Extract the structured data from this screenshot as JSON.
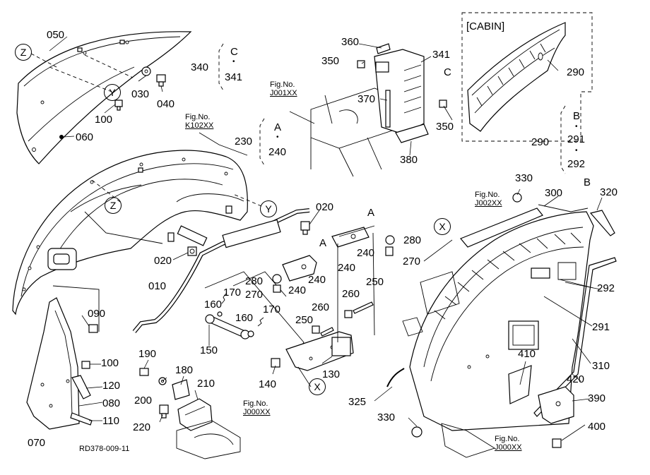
{
  "diagram": {
    "ref_code": "RD378-009-11",
    "cabin_label": "[CABIN]",
    "fig_refs": {
      "k102": {
        "title": "Fig.No.",
        "code": "K102XX"
      },
      "j001": {
        "title": "Fig.No.",
        "code": "J001XX"
      },
      "j002": {
        "title": "Fig.No.",
        "code": "J002XX"
      },
      "j000_left": {
        "title": "Fig.No.",
        "code": "J000XX"
      },
      "j000_right": {
        "title": "Fig.No.",
        "code": "J000XX"
      }
    },
    "groups": {
      "c": {
        "num": "340",
        "letter": "C",
        "dot": "•",
        "item": "341"
      },
      "a": {
        "num": "230",
        "letter": "A",
        "dot": "•",
        "item": "240"
      },
      "b": {
        "num": "290",
        "letter": "B",
        "dot1": "•",
        "item1": "291",
        "dot2": "•",
        "item2": "292"
      }
    },
    "callouts": {
      "z": "Z",
      "y": "Y",
      "x": "X",
      "a": "A",
      "b": "B",
      "c": "C"
    },
    "part_numbers": {
      "p050": "050",
      "p030": "030",
      "p040": "040",
      "p100": "100",
      "p060": "060",
      "p020a": "020",
      "p020b": "020",
      "p010": "010",
      "p090": "090",
      "p100b": "100",
      "p120": "120",
      "p080": "080",
      "p110": "110",
      "p070": "070",
      "p190": "190",
      "p180": "180",
      "p210": "210",
      "p200": "200",
      "p220": "220",
      "p160a": "160",
      "p170a": "170",
      "p160b": "160",
      "p170b": "170",
      "p150": "150",
      "p140": "140",
      "p130": "130",
      "p280a": "280",
      "p270a": "270",
      "p240a": "240",
      "p240b": "240",
      "p240c": "240",
      "p240d": "240",
      "p280b": "280",
      "p270b": "270",
      "p260a": "260",
      "p250a": "250",
      "p260b": "260",
      "p250b": "250",
      "p360": "360",
      "p350a": "350",
      "p341": "341",
      "p370": "370",
      "p350b": "350",
      "p380": "380",
      "p290a": "290",
      "p330a": "330",
      "p300": "300",
      "p320": "320",
      "p292": "292",
      "p291": "291",
      "p310": "310",
      "p410": "410",
      "p420": "420",
      "p390": "390",
      "p400": "400",
      "p325": "325",
      "p330b": "330"
    }
  }
}
